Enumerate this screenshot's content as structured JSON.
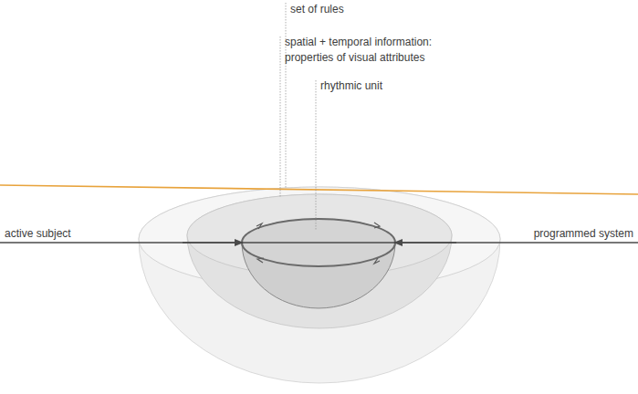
{
  "diagram": {
    "nodes": [
      {
        "text": [
          "set of rules"
        ]
      },
      {
        "text": [
          "spatial + temporal information: properties of visual attributes"
        ],
        "in": 0
      },
      {
        "text": [
          "rhythmic unit"
        ],
        "in": 1
      }
    ],
    "labels": [
      "active subject",
      "programmed system"
    ]
  }
}
